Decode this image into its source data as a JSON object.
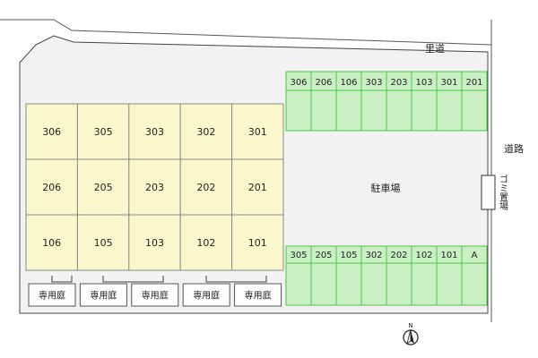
{
  "map": {
    "road_top_label": "里道",
    "road_right_label": "道路",
    "parking_label": "駐車場",
    "garbage_label": "ゴミ置場",
    "north_label": "N",
    "building_rows": [
      [
        "306",
        "305",
        "303",
        "302",
        "301"
      ],
      [
        "206",
        "205",
        "203",
        "202",
        "201"
      ],
      [
        "106",
        "105",
        "103",
        "102",
        "101"
      ]
    ],
    "private_gardens": [
      "専用庭",
      "専用庭",
      "専用庭",
      "専用庭",
      "専用庭"
    ],
    "parking_top": [
      "306",
      "206",
      "106",
      "303",
      "203",
      "103",
      "301",
      "201"
    ],
    "parking_bottom": [
      "305",
      "205",
      "105",
      "302",
      "202",
      "102",
      "101",
      "A"
    ],
    "colors": {
      "building_fill": "#fbf7cc",
      "parking_fill": "#c9f0c2",
      "parking_stroke": "#4fc34a",
      "site_fill": "#f2f2f2"
    }
  }
}
